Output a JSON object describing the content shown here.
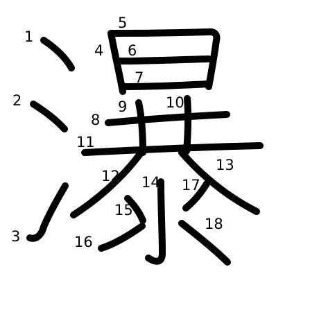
{
  "character": "瀑",
  "stroke_color": "#000000",
  "background_color": "#ffffff",
  "stroke_numbers": [
    "1",
    "2",
    "3",
    "4",
    "5",
    "6",
    "7",
    "8",
    "9",
    "10",
    "11",
    "12",
    "13",
    "14",
    "15",
    "16",
    "17",
    "18"
  ]
}
